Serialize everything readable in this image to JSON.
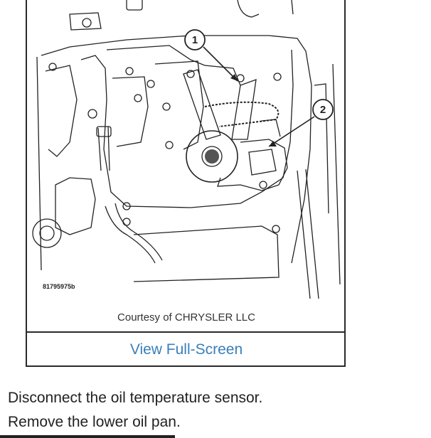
{
  "figure": {
    "image_id_label": "81795975b",
    "callouts": [
      {
        "label": "1"
      },
      {
        "label": "2"
      }
    ],
    "caption": "Courtesy of CHRYSLER LLC",
    "view_fullscreen_label": "View Full-Screen"
  },
  "instructions": [
    {
      "text": "Disconnect the oil temperature sensor."
    },
    {
      "text": "Remove the lower oil pan."
    }
  ]
}
